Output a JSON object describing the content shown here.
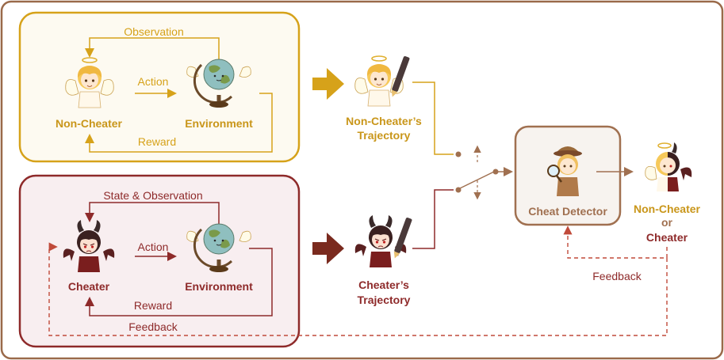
{
  "colors": {
    "outer_border": "#9a6a4a",
    "noncheater": "#d6a21a",
    "noncheater_text": "#c9961a",
    "noncheater_bg": "#fdfaf1",
    "cheater": "#8e2a2a",
    "cheater_bg": "#f8eef0",
    "detector": "#a07050",
    "detector_bg": "#f7f3ef",
    "feedback": "#c04a3a"
  },
  "top": {
    "observation": "Observation",
    "action": "Action",
    "reward": "Reward",
    "agent": "Non-Cheater",
    "environment": "Environment"
  },
  "bottom": {
    "observation": "State & Observation",
    "action": "Action",
    "reward": "Reward",
    "agent": "Cheater",
    "environment": "Environment",
    "feedback": "Feedback"
  },
  "trajectories": {
    "noncheater_line1": "Non-Cheater’s",
    "noncheater_line2": "Trajectory",
    "cheater_line1": "Cheater’s",
    "cheater_line2": "Trajectory"
  },
  "detector": {
    "label": "Cheat Detector",
    "feedback": "Feedback"
  },
  "output": {
    "line1": "Non-Cheater",
    "line2": "or",
    "line3": "Cheater"
  },
  "icons": [
    "angel-icon",
    "devil-icon",
    "globe-icon",
    "detective-icon",
    "pen-icon"
  ]
}
